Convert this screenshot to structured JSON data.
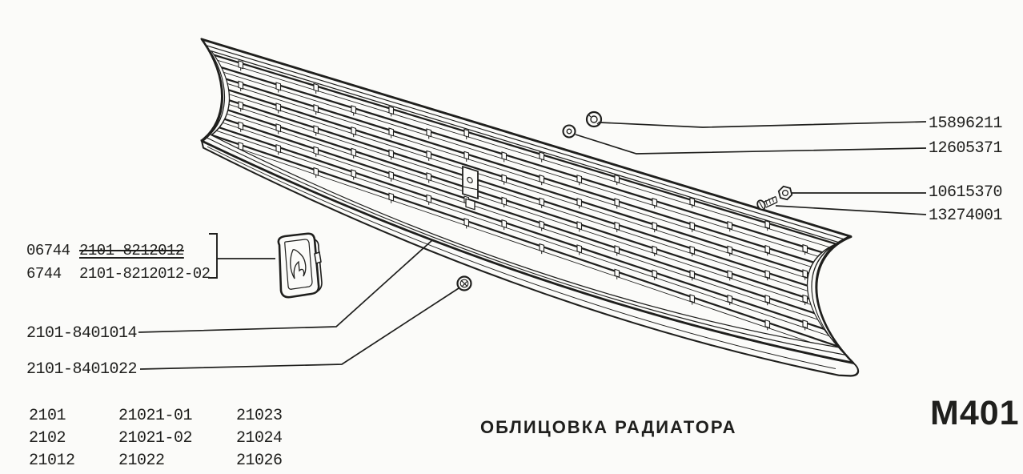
{
  "page": {
    "drawing_code": "M401",
    "caption": "ОБЛИЦОВКА РАДИАТОРА"
  },
  "emblem_callout": {
    "line1_qty": "06744",
    "line1_part": "2101-8212012",
    "line2_qty": "6744",
    "line2_part": "2101-8212012-02"
  },
  "part_callouts_left": [
    {
      "part": "2101-8401014"
    },
    {
      "part": "2101-8401022"
    }
  ],
  "part_callouts_right": [
    {
      "part": "15896211"
    },
    {
      "part": "12605371"
    },
    {
      "part": "10615370"
    },
    {
      "part": "13274001"
    }
  ],
  "model_table": {
    "col1": [
      "2101",
      "2102",
      "21012"
    ],
    "col2": [
      "21021-01",
      "21021-02",
      "21022"
    ],
    "col3": [
      "21023",
      "21024",
      "21026"
    ]
  },
  "colors": {
    "ink": "#1f1f1d",
    "paper": "#fbfbf9"
  }
}
